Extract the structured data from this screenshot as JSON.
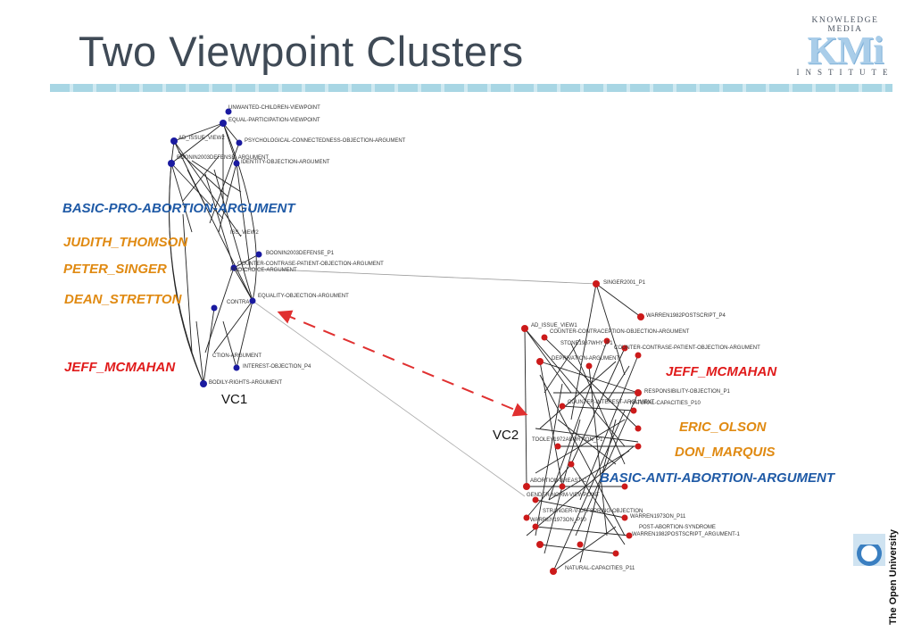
{
  "title": "Two Viewpoint Clusters",
  "logo": {
    "top": "KNOWLEDGE MEDIA",
    "mid": "KMi",
    "bottom": "INSTITUTE"
  },
  "ou_logo": {
    "text": "The Open University"
  },
  "clusters": {
    "vc1": "VC1",
    "vc2": "VC2"
  },
  "labels": {
    "basic_pro": "BASIC-PRO-ABORTION-ARGUMENT",
    "judith": "JUDITH_THOMSON",
    "peter": "PETER_SINGER",
    "dean": "DEAN_STRETTON",
    "jeff_left": "JEFF_MCMAHAN",
    "jeff_right": "JEFF_MCMAHAN",
    "eric": "ERIC_OLSON",
    "don": "DON_MARQUIS",
    "basic_anti": "BASIC-ANTI-ABORTION-ARGUMENT"
  },
  "node_labels": {
    "unwanted": "UNWANTED-CHILDREN-VIEWPOINT",
    "equal": "EQUAL-PARTICIPATION-VIEWPOINT",
    "ad_issue": "AD_ISSUE_VIEW2",
    "psych": "PSYCHOLOGICAL-CONNECTEDNESS-OBJECTION-ARGUMENT",
    "boonin_def": "BOONIN2003DEFENSE_ARGUMENT",
    "identity": "IDENTITY-OBJECTION-ARGUMENT",
    "iss_view2": "ISS_VIEW2",
    "boonin_p1": "BOONIN2003DEFENSE_P1",
    "counter_pat": "COUNTER-CONTRASE-PATIENT-OBJECTION-ARGUMENT",
    "pro_choice": "PRO-CHOICE-ARGUMENT",
    "equality": "EQUALITY-OBJECTION-ARGUMENT",
    "contra": "CONTRA",
    "interest": "INTEREST-OBJECTION_P4",
    "bodily": "BODILY-RIGHTS-ARGUMENT",
    "ction": "CTION-ARGUMENT",
    "singer_p1": "SINGER2001_P1",
    "warren_p4": "WARREN1982POSTSCRIPT_P4",
    "ad_view1": "AD_ISSUE_VIEW1",
    "counter_contra": "COUNTER-CONTRACEPTION-OBJECTION-ARGUMENT",
    "stone": "STONE1987WHY_P1",
    "counter_pat2": "COUNTER-CONTRASE-PATIENT-OBJECTION-ARGUMENT",
    "deprivation": "DEPRIVATION-ARGUMENT",
    "responsibility": "RESPONSIBILITY-OBJECTION_P1",
    "counter_interest": "COUNTER-INTEREST-ARGUMENT",
    "natural_cap": "NATURAL-CAPACITIES_P10",
    "tooley": "TOOLEY1972ABORTION_P1",
    "abortion_breast": "ABORTION-BREAST-C",
    "gender": "GENDER-NORM-VIEWPOINT",
    "stranger": "STRANGER-V-OFFSPRING-OBJECTION",
    "warren_p11": "WARREN1973ON_P11",
    "warren_p10": "WARREN1973ON_P10",
    "post_abortion": "POST-ABORTION-SYNDROME",
    "warren_arg1": "WARREN1982POSTSCRIPT_ARGUMENT-1",
    "natural_p11": "NATURAL-CAPACITIES_P11"
  }
}
